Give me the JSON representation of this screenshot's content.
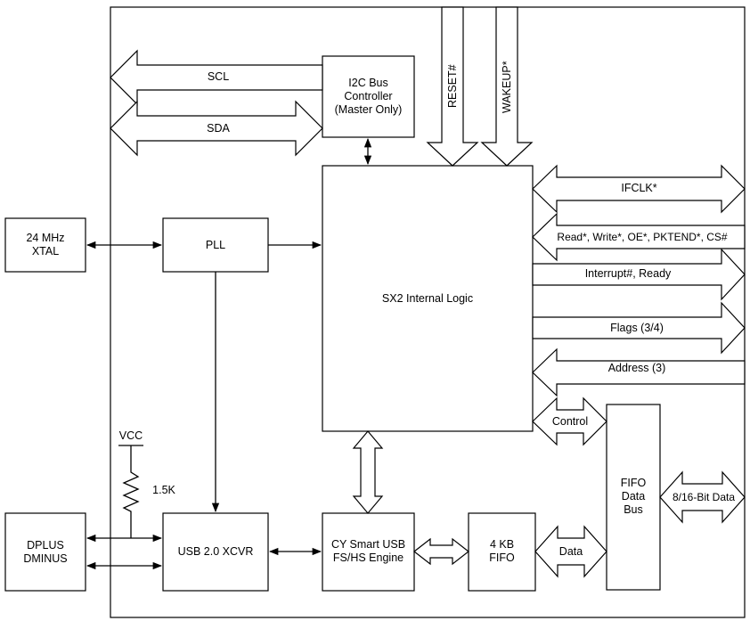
{
  "scl": "SCL",
  "sda": "SDA",
  "i2c_block": [
    "I2C Bus",
    "Controller",
    "(Master Only)"
  ],
  "reset": "RESET#",
  "wakeup": "WAKEUP*",
  "xtal_block": [
    "24 MHz",
    "XTAL"
  ],
  "pll": "PLL",
  "internal_logic": "SX2 Internal Logic",
  "ifclk": "IFCLK*",
  "rw_signals": "Read*, Write*, OE*, PKTEND*, CS#",
  "interrupt": "Interrupt#, Ready",
  "flags": "Flags (3/4)",
  "address": "Address (3)",
  "control": "Control",
  "fifo_bus": [
    "FIFO",
    "Data",
    "Bus"
  ],
  "data_width": "8/16-Bit Data",
  "vcc": "VCC",
  "resistor": "1.5K",
  "dplus_block": [
    "DPLUS",
    "DMINUS"
  ],
  "xcvr": "USB 2.0 XCVR",
  "engine": [
    "CY Smart USB",
    "FS/HS Engine"
  ],
  "fifo4kb": [
    "4 KB",
    "FIFO"
  ],
  "data": "Data"
}
